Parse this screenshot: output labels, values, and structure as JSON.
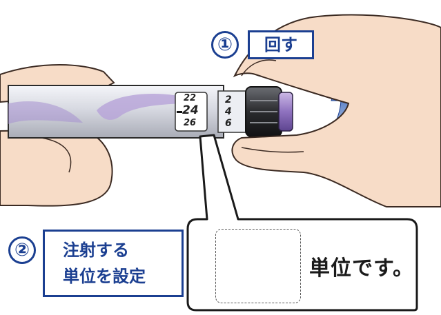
{
  "step1": {
    "number": "①",
    "label": "回す"
  },
  "step2": {
    "number": "②",
    "label_lines": [
      "注射する",
      "単位を設定"
    ]
  },
  "callout": {
    "text": "単位です。"
  },
  "dose_window": {
    "upper": "22",
    "current": "24",
    "lower": "26"
  },
  "dial_scale": {
    "top": "2",
    "middle": "4",
    "bottom": "6"
  },
  "colors": {
    "label_blue": "#1b3f91",
    "pen_body": "#d9dbe3",
    "pen_accent": "#7a5ea8",
    "arrow_blue": "#2c56a8",
    "skin": "#f7dcc7"
  }
}
